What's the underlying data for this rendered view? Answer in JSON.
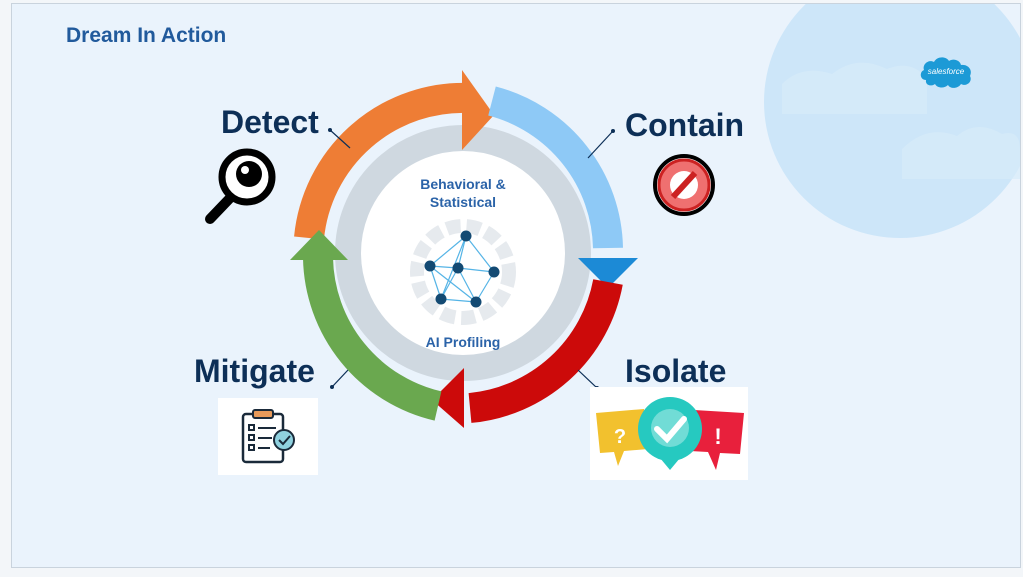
{
  "slide": {
    "title": "Dream In Action",
    "logo_text": "salesforce"
  },
  "cycle": {
    "center_top_line1": "Behavioral &",
    "center_top_line2": "Statistical",
    "center_bottom": "AI Profiling",
    "phases": [
      {
        "label": "Detect",
        "color": "#ee7d35",
        "icon": "magnifying-glass-icon"
      },
      {
        "label": "Contain",
        "color": "#8ec9f6",
        "icon": "prohibited-icon"
      },
      {
        "label": "Isolate",
        "color": "#cc0a0a",
        "icon": "chat-bubbles-icon"
      },
      {
        "label": "Mitigate",
        "color": "#6aa84f",
        "icon": "clipboard-checklist-icon"
      }
    ]
  },
  "isolate_badges": {
    "question": "?",
    "exclaim": "!"
  },
  "colors": {
    "title": "#215a9c",
    "label": "#0d2f57",
    "background": "#eaf3fc",
    "inner_ring": "#cfd8e0",
    "node": "#134a73",
    "edge": "#55b4e6"
  }
}
